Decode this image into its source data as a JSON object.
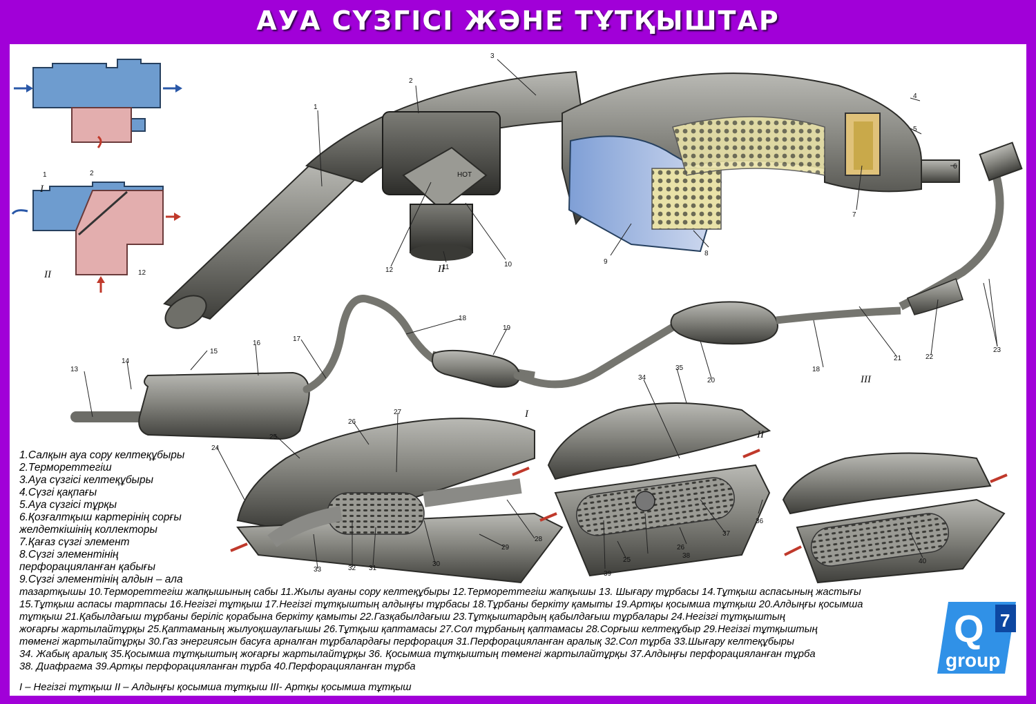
{
  "title": "АУА СҮЗГІСІ ЖӘНЕ ТҰТҚЫШТАР",
  "callouts": [
    "1",
    "2",
    "3",
    "4",
    "5",
    "6",
    "7",
    "8",
    "9",
    "10",
    "11",
    "12",
    "13",
    "14",
    "15",
    "16",
    "17",
    "18",
    "19",
    "20",
    "21",
    "22",
    "23",
    "24",
    "25",
    "26",
    "27",
    "28",
    "29",
    "30",
    "31",
    "32",
    "33",
    "34",
    "35",
    "36",
    "37",
    "38",
    "39",
    "40"
  ],
  "roman": {
    "I": "I",
    "II": "II",
    "III": "III"
  },
  "hot_label": "HOT",
  "legend_left": [
    "1.Салқын ауа сору келтеқұбыры",
    "2.Термореттегіш",
    "3.Ауа сүзгісі келтеқұбыры",
    "4.Сүзгі қақпағы",
    "5.Ауа сүзгісі тұрқы",
    "6.Қозғалтқыш картерінің сорғы",
    "желдеткішінің коллекторы",
    "7.Қағаз сүзгі элемент",
    "8.Сүзгі элементінің",
    "перфорацияланған қабығы",
    "9.Сүзгі элементінің алдын – ала"
  ],
  "legend_full": [
    "тазартқышы  10.Термореттегіш жапқышының сабы  11.Жылы ауаны сору келтеқұбыры  12.Термореттегіш жапқышы  13. Шығару тұрбасы  14.Тұтқыш аспасының жастығы",
    "15.Тұтқыш аспасы тартпасы  16.Негізгі тұтқыш  17.Негізгі тұтқыштың алдыңғы тұрбасы  18.Тұрбаны беркіту қамыты  19.Артқы қосымша тұтқыш  20.Алдыңғы қосымша",
    "тұтқыш  21.Қабылдағыш тұрбаны беріліс қорабына беркіту қамыты  22.Газқабылдағыш  23.Тұтқыштардың қабылдағыш тұрбалары  24.Негізгі тұтқыштың",
    "жоғарғы жартылайтұрқы  25.Қаптаманың жылуоқшаулағышы  26.Тұтқыш қаптамасы  27.Сол тұрбаның қаптамасы  28.Сорғыш келтеқұбыр  29.Негізгі тұтқыштың",
    "төменгі жартылайтұрқы  30.Газ энергиясын басуға арналған тұрбалардағы перфорация  31.Перфорацияланған аралық  32.Сол тұрба 33.Шығару келтеқұбыры",
    "34. Жабық аралық  35.Қосымша тұтқыштың жоғарғы жартылайтұрқы  36. Қосымша тұтқыштың төменгі жартылайтұрқы  37.Алдыңғы перфорацияланған тұрба",
    "38. Диафрагма  39.Артқы перфорацияланған тұрба 40.Перфорацияланған тұрба"
  ],
  "roman_legend": "I – Негізгі тұтқыш   II – Алдыңғы қосымша тұтқыш   III- Артқы қосымша тұтқыш",
  "logo": {
    "letter": "Q",
    "digit": "7",
    "word": "group"
  },
  "colors": {
    "frame": "#a100d8",
    "metal": "#8a8a86",
    "cold_air": "#6e9ccf",
    "warm_air": "#e3aeae",
    "arrow_blue": "#2a58a8",
    "arrow_red": "#c0392b",
    "logo_blue": "#1e88e5"
  }
}
